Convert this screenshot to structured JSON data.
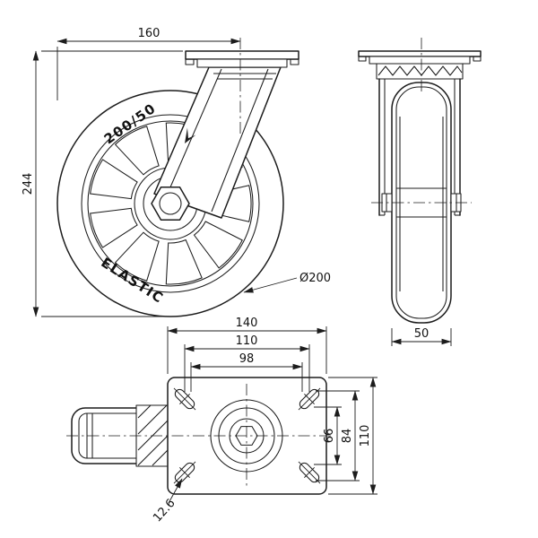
{
  "drawing": {
    "front": {
      "dim_width_offset": "160",
      "dim_total_height": "244",
      "dim_wheel_diameter": "Ø200",
      "tire_size_label": "200/50",
      "tire_brand_label": "ELASTIC"
    },
    "side": {
      "dim_wheel_width": "50"
    },
    "plan": {
      "dim_plate_width": "140",
      "dim_bolt_span_width_outer": "110",
      "dim_bolt_span_width_inner": "98",
      "dim_bolt_span_height_inner": "66",
      "dim_bolt_span_height_outer": "84",
      "dim_plate_height": "110",
      "dim_slot_width": "12.6"
    },
    "colors": {
      "line": "#1c1c1c",
      "background": "#ffffff"
    }
  }
}
